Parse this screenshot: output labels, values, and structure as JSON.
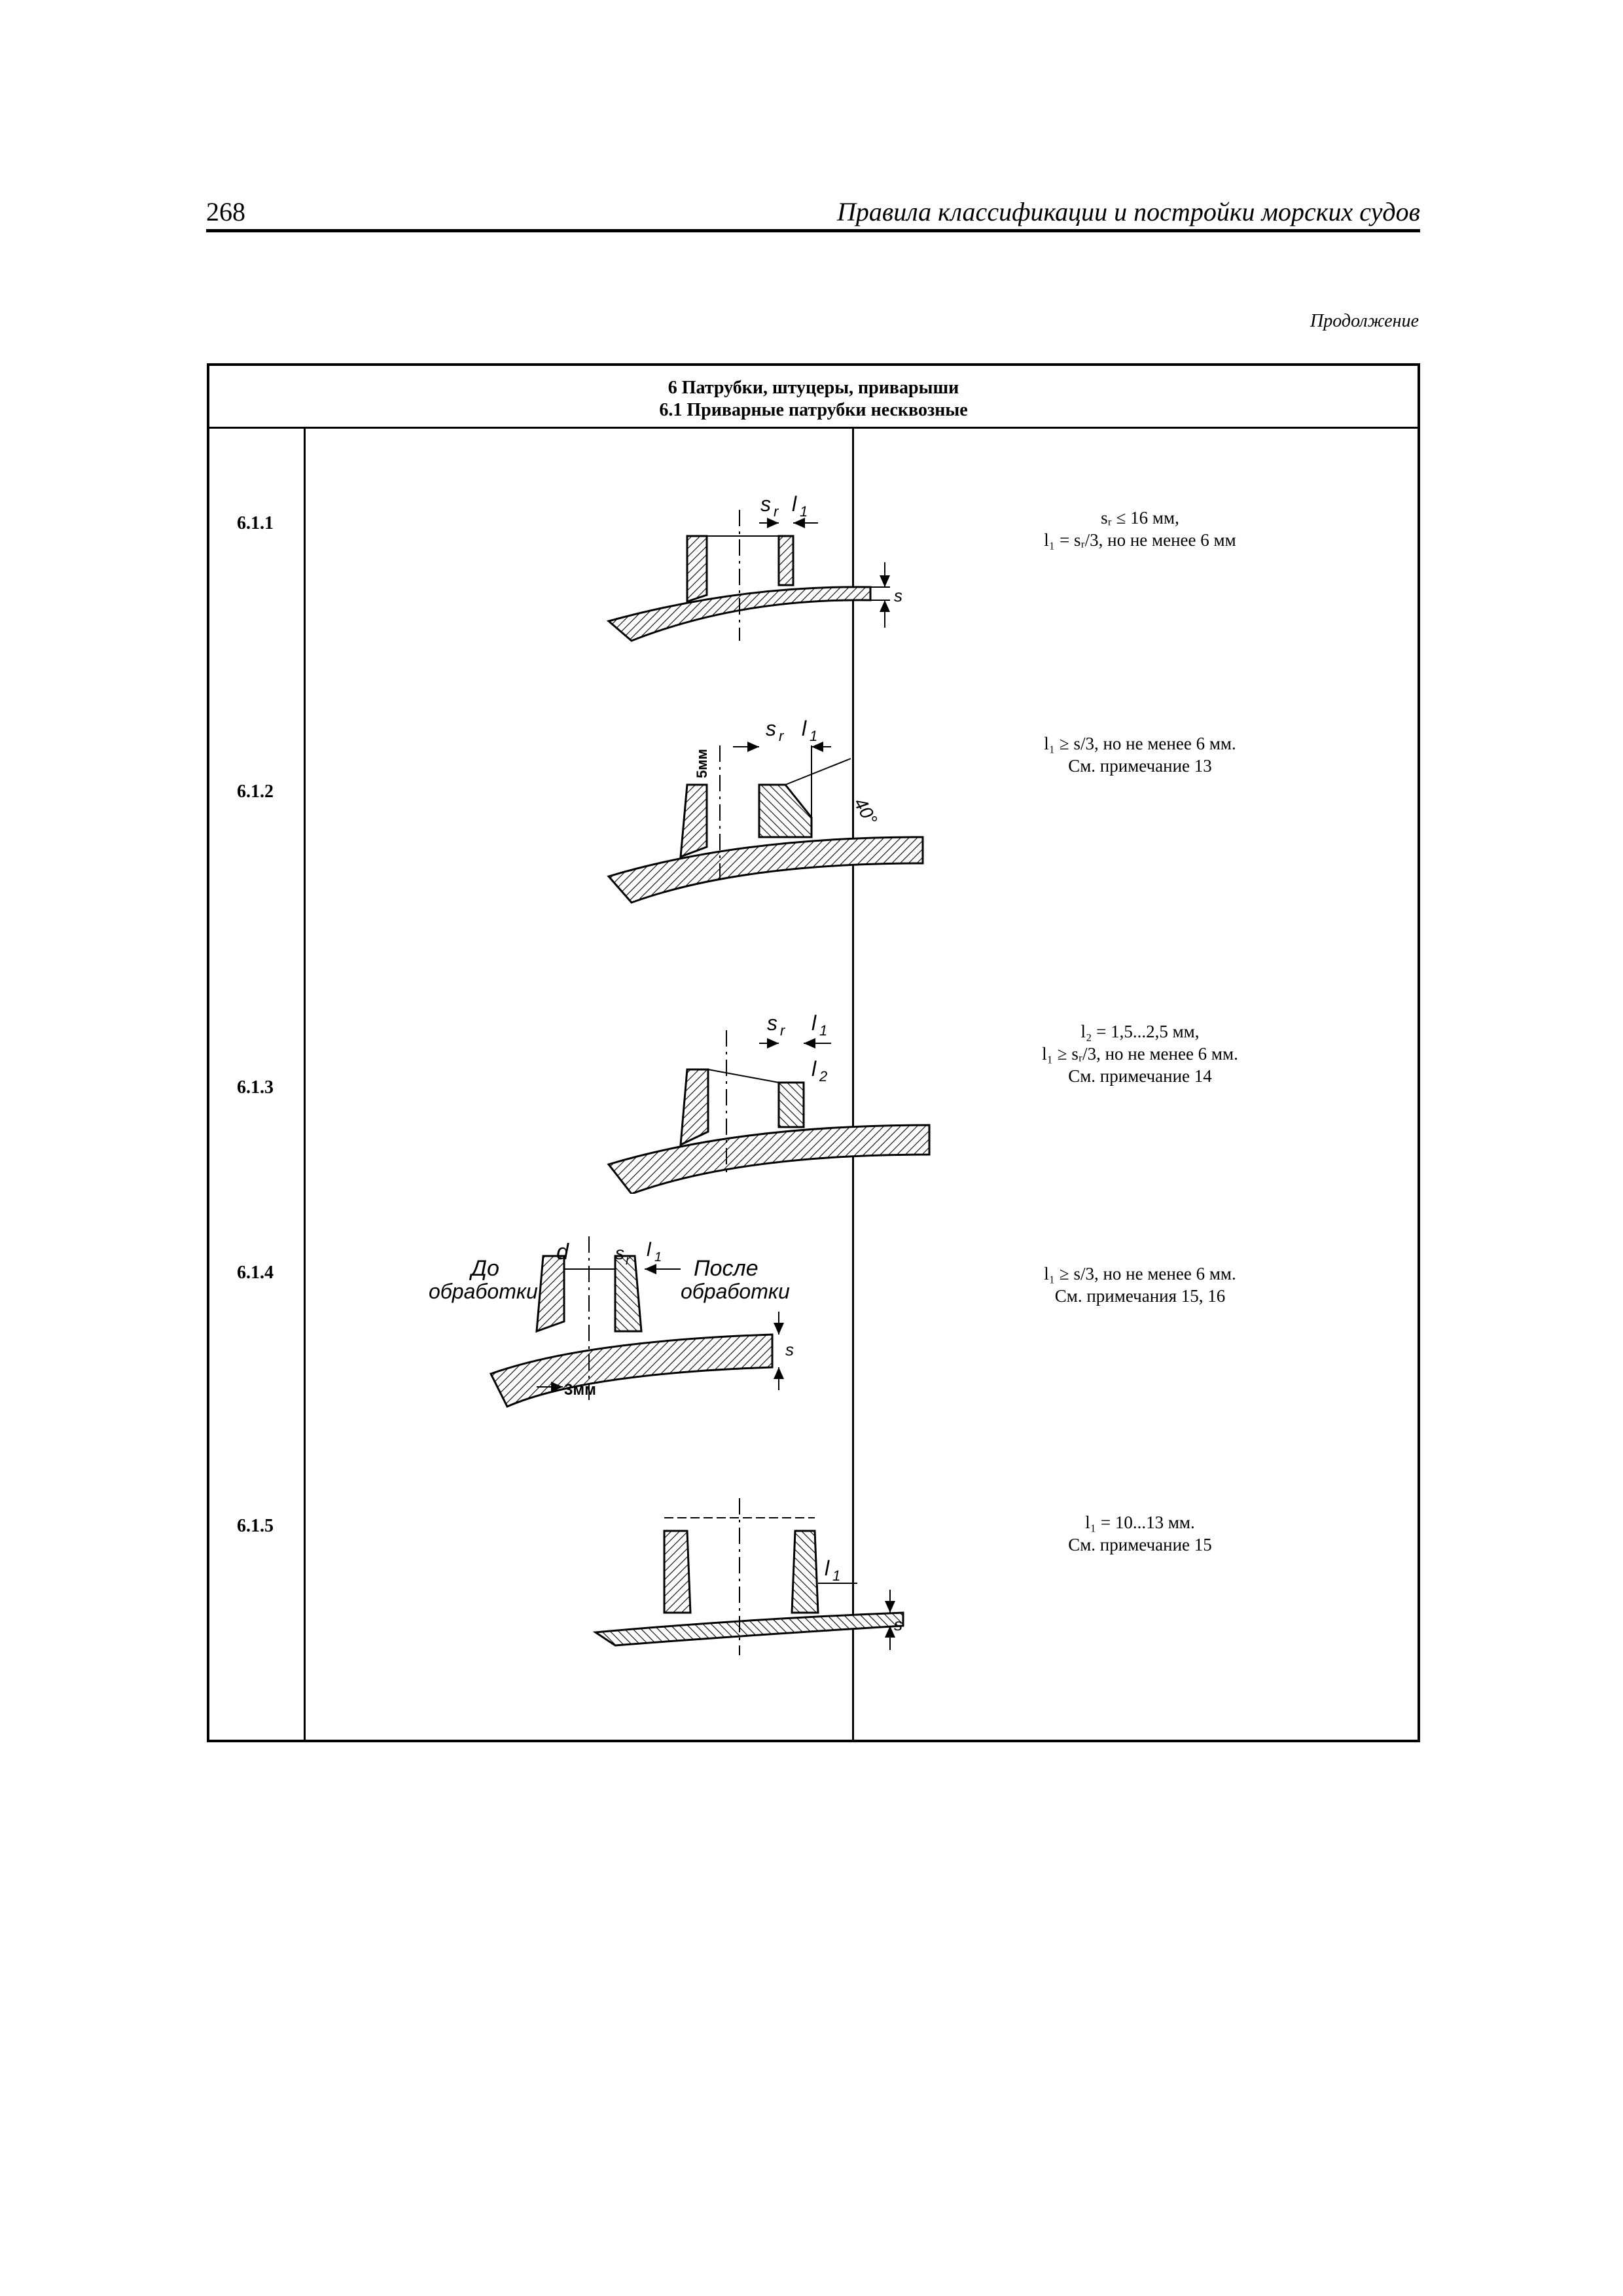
{
  "header": {
    "page_number": "268",
    "running_title": "Правила классификации и постройки морских судов"
  },
  "continuation_label": "Продолжение",
  "table": {
    "section_title": "6 Патрубки, штуцеры, приварыши",
    "subsection_title": "6.1 Приварные патрубки несквозные",
    "rows": [
      {
        "id": "6.1.1",
        "labels": [
          "s",
          "r",
          "l",
          "1",
          "s"
        ],
        "lines": [
          "sᵣ ≤ 16 мм,",
          "l₁ = sᵣ/3, но не менее 6 мм"
        ]
      },
      {
        "id": "6.1.2",
        "labels": [
          "s",
          "r",
          "l",
          "1",
          "5мм",
          "40°"
        ],
        "lines": [
          "l₁ ≥ s/3, но не менее 6 мм.",
          "См. примечание 13"
        ]
      },
      {
        "id": "6.1.3",
        "labels": [
          "s",
          "r",
          "l",
          "1",
          "l",
          "2"
        ],
        "lines": [
          "l₂ = 1,5...2,5 мм,",
          "l₁ ≥ sᵣ/3, но не менее 6 мм.",
          "См. примечание 14"
        ]
      },
      {
        "id": "6.1.4",
        "labels": [
          "d",
          "s",
          "r",
          "l",
          "1",
          "До",
          "обработки",
          "После",
          "обработки",
          "3мм",
          "s"
        ],
        "lines": [
          "l₁ ≥ s/3, но не менее 6 мм.",
          "См. примечания 15, 16"
        ]
      },
      {
        "id": "6.1.5",
        "labels": [
          "l",
          "1",
          "s"
        ],
        "lines": [
          "l₁ = 10...13 мм.",
          "См. примечание 15"
        ]
      }
    ]
  }
}
